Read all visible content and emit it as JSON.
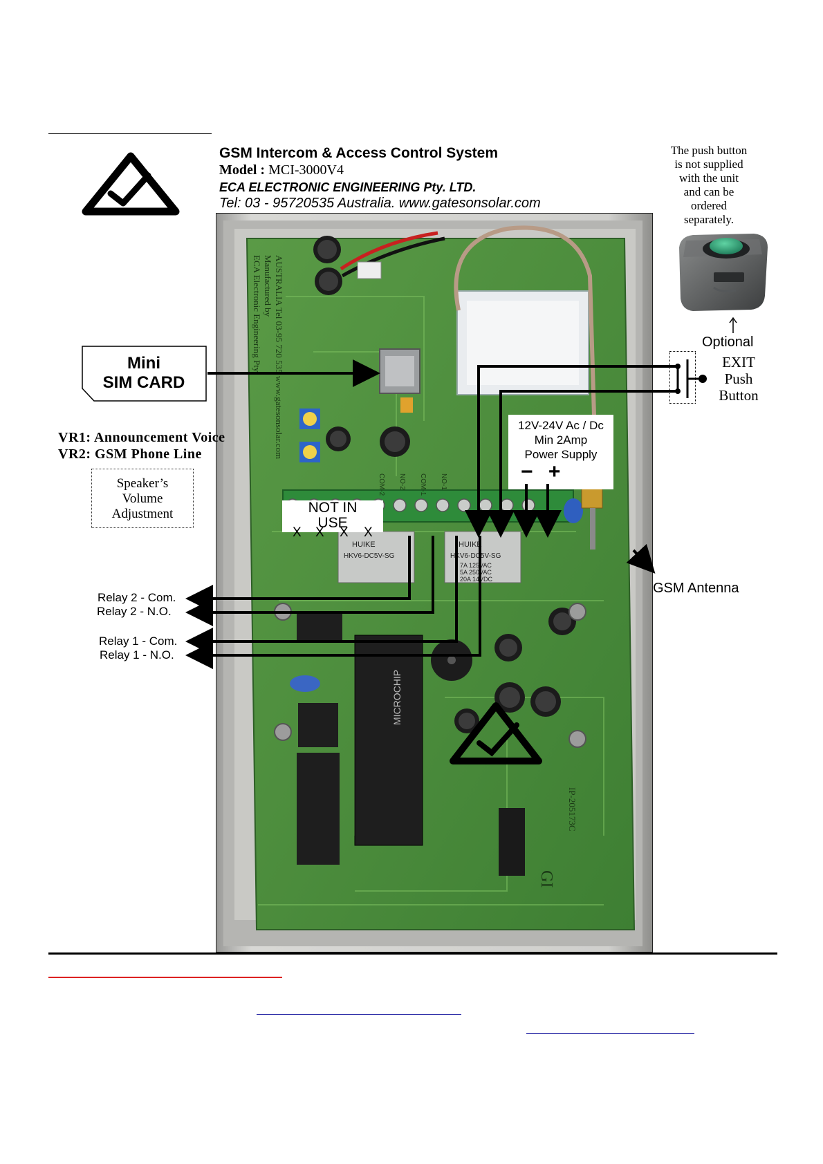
{
  "header": {
    "title": "GSM Intercom & Access Control System",
    "model_label": "Model :",
    "model_value": "MCI-3000V4",
    "company": "ECA  ELECTRONIC ENGINEERING Pty. LTD.",
    "contact": "Tel: 03 - 95720535 Australia. www.gatesonsolar.com"
  },
  "push_button_note": [
    "The push button",
    "is not supplied",
    "with the unit",
    "and can be",
    "ordered",
    "separately."
  ],
  "optional_label": "Optional",
  "exit_button_label": [
    "EXIT",
    "Push",
    "Button"
  ],
  "sim_card_label": [
    "Mini",
    "SIM CARD"
  ],
  "vr_labels": {
    "vr1": "VR1: Announcement Voice",
    "vr2": "VR2: GSM Phone Line"
  },
  "speaker_adjust": [
    "Speaker’s",
    "Volume",
    "Adjustment"
  ],
  "power_supply": {
    "lines": [
      "12V-24V Ac / Dc",
      "Min 2Amp",
      "Power Supply"
    ],
    "minus": "−",
    "plus": "+"
  },
  "not_in_use": {
    "lines": [
      "NOT IN",
      "USE"
    ],
    "marks": [
      "X",
      "X",
      "X",
      "X"
    ]
  },
  "relays": {
    "relay2_com": "Relay 2 -  Com.",
    "relay2_no": "Relay 2 -  N.O.",
    "relay1_com": "Relay 1 -  Com.",
    "relay1_no": "Relay 1 -  N.O."
  },
  "antenna_label": "GSM Antenna",
  "pcb_text": {
    "manufactured": [
      "Manufactured by",
      "ECA Electronic Engineering Pty",
      "AUSTRALIA Tel 03-95 720 535 www.gatesonsolar.com"
    ],
    "board_code": "IP-205173C",
    "gi": "GI",
    "relay_brand": "HUIKE",
    "relay_model": "HKV6-DC5V-SG",
    "relay_spec": [
      "7A 125VAC",
      "5A 250VAC",
      "20A 14VDC"
    ],
    "chip_brand": "MICROCHIP",
    "terminal_labels": [
      "COM-2",
      "NO-2",
      "COM-1",
      "NO-1"
    ]
  },
  "colors": {
    "pcb_green": "#4f8f3c",
    "pcb_dark": "#2f6a2a",
    "enclosure": "#c9c9c6",
    "link_blue": "#1a1aa0",
    "accent_red": "#d22222"
  }
}
